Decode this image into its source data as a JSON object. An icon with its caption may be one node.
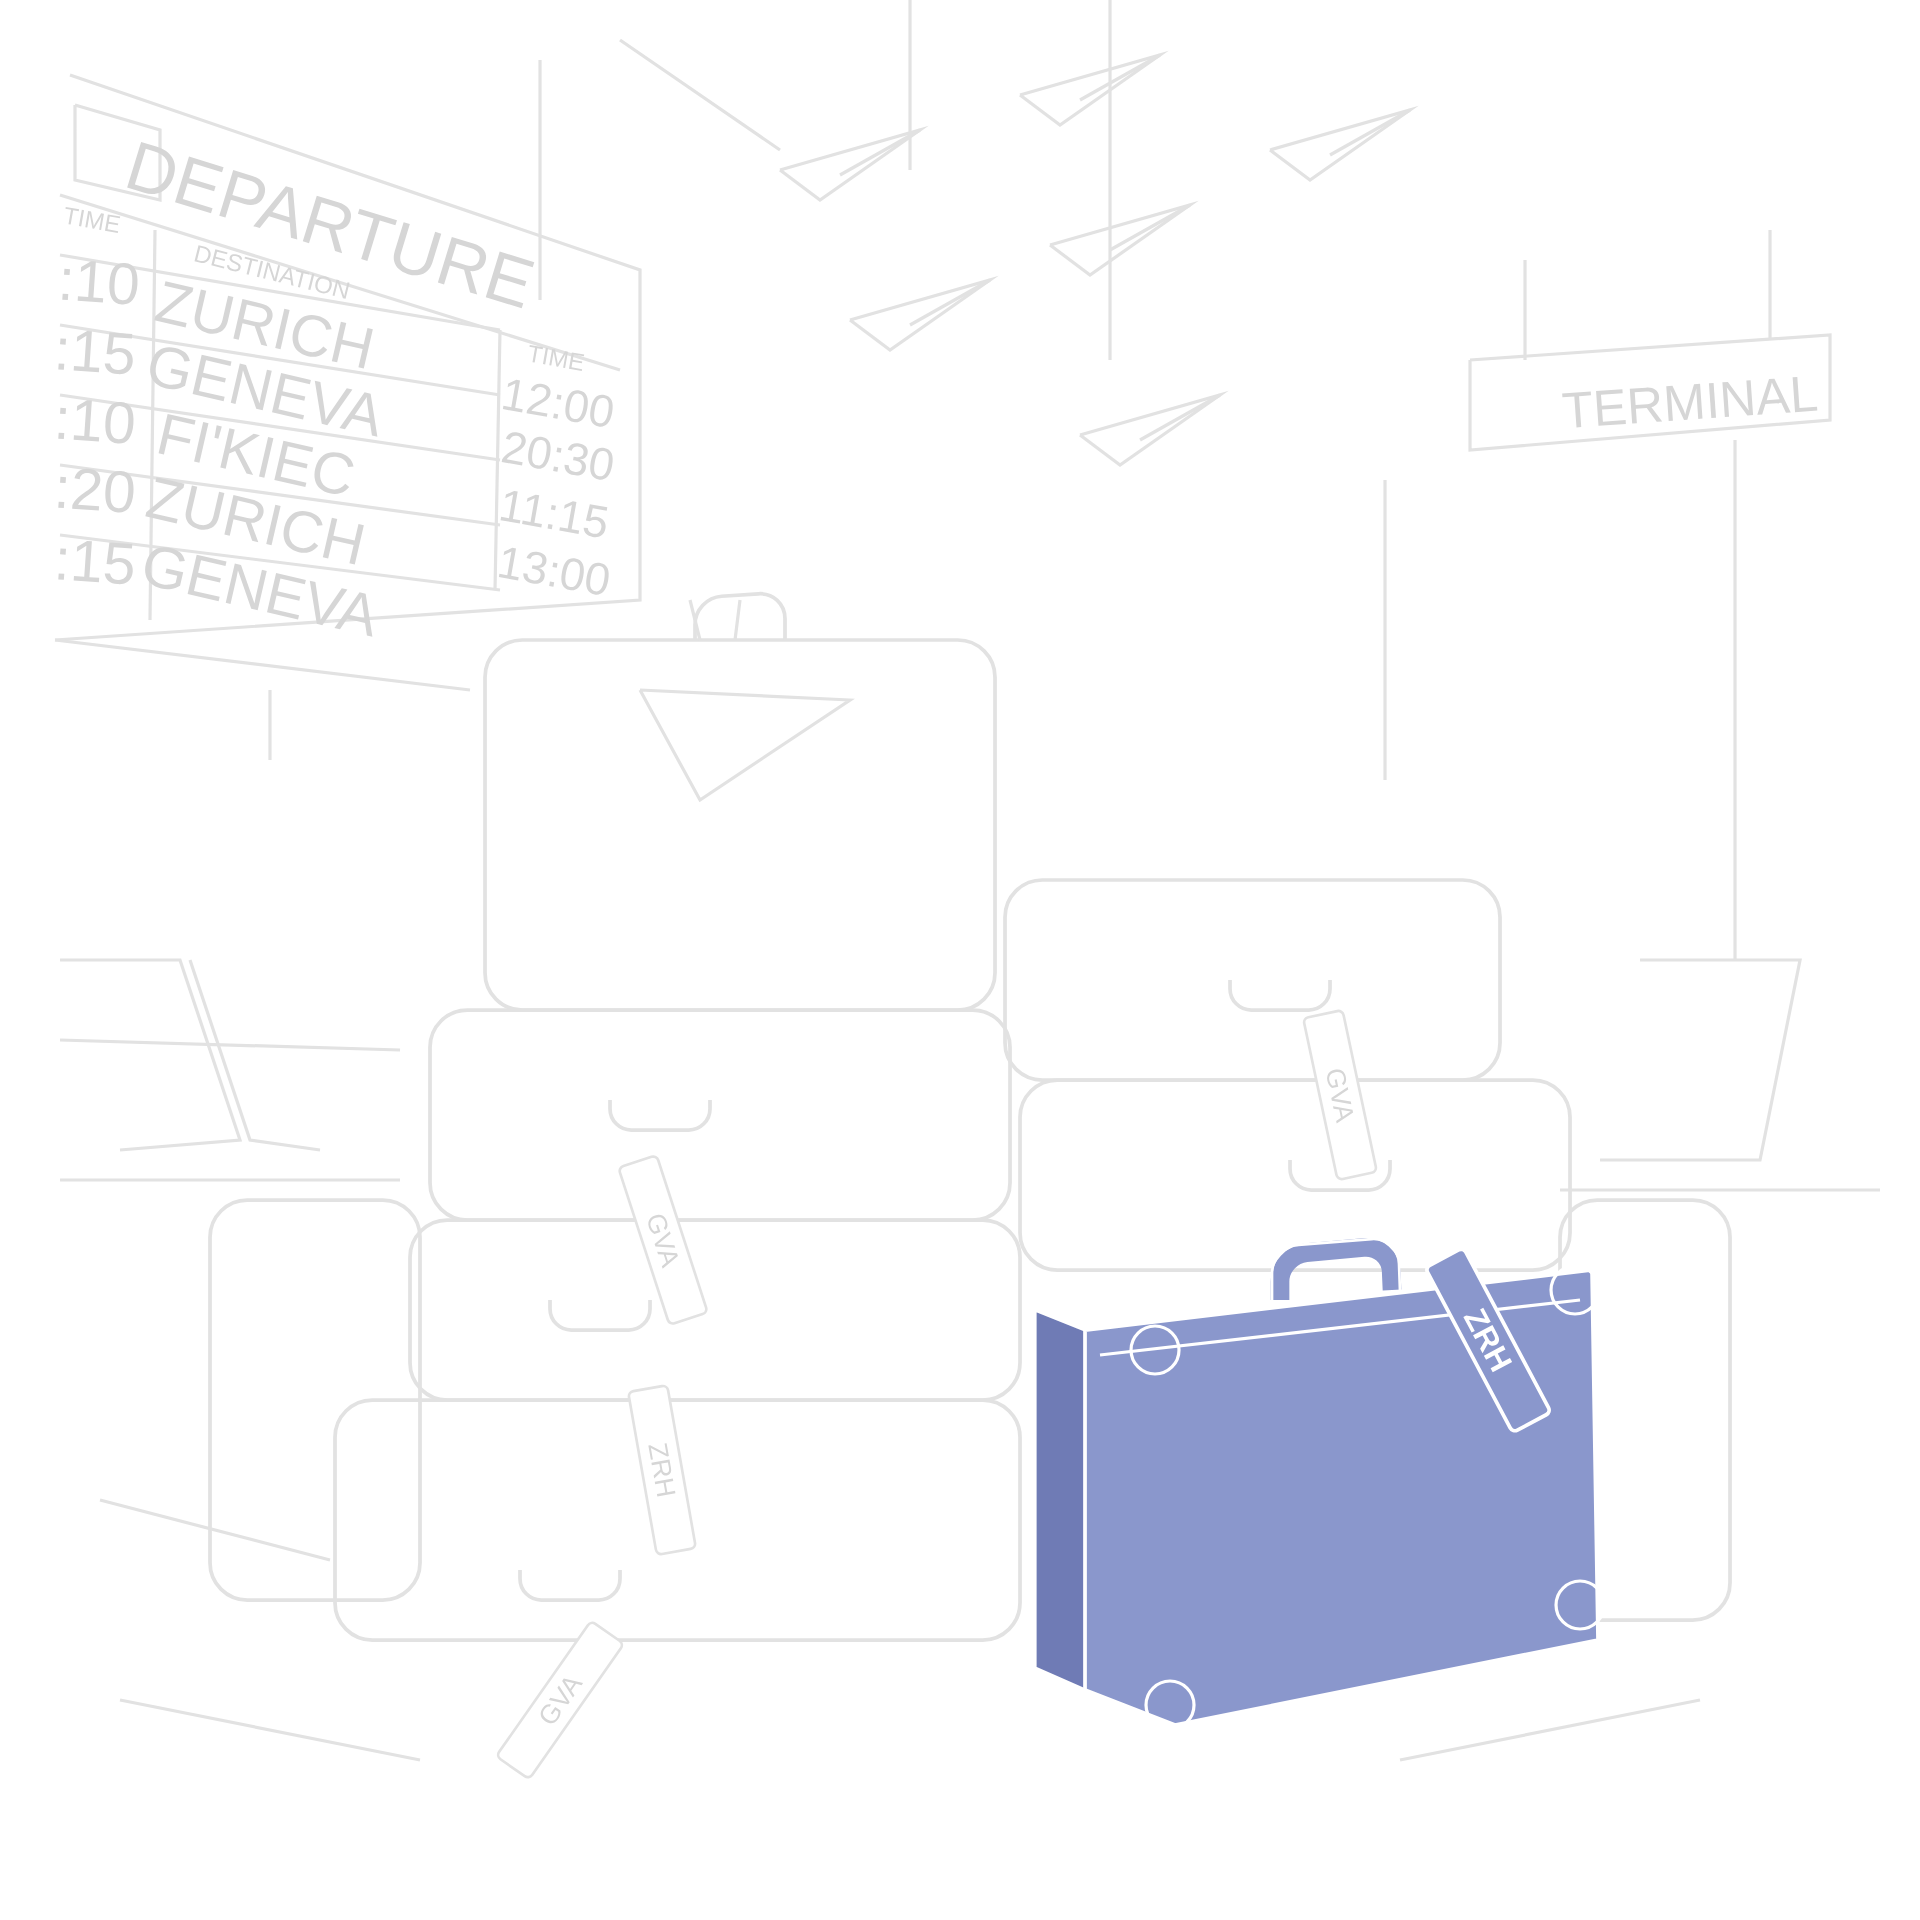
{
  "diagram": {
    "labels": [
      "DEPARTURE",
      "TIME",
      "DESTINATION",
      "TIME",
      ":10",
      "ZURICH",
      ":15",
      "GENEVA",
      "12:00",
      ":10",
      "FI'KIEC",
      "20:30",
      ":20",
      "ZURICH",
      "11:15",
      ":15",
      "GENEVA",
      "13:00",
      "TERMINAL",
      "GVA",
      "GVA",
      "ZRH",
      "GVA",
      "ZRH"
    ]
  }
}
